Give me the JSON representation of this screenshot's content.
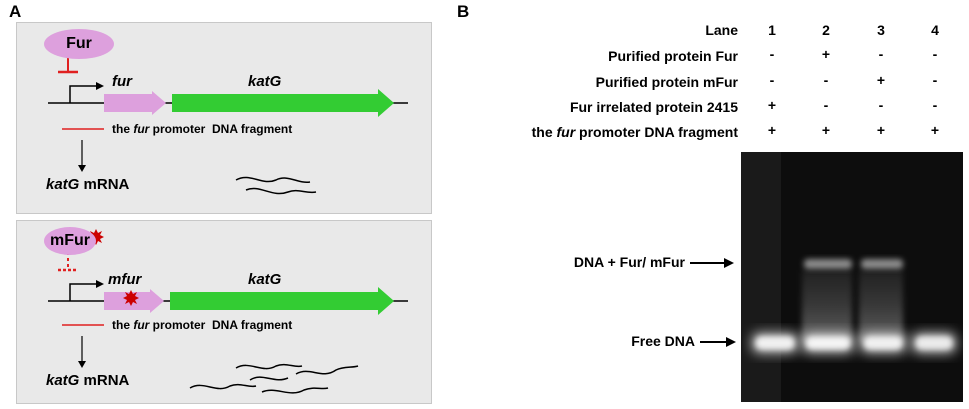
{
  "panelA": {
    "label": "A",
    "top": {
      "protein": "Fur",
      "gene1": "fur",
      "gene2": "katG",
      "fragment_pre": "the ",
      "fragment_em": "fur",
      "fragment_post": " promoter  DNA fragment",
      "mrna_em": "katG",
      "mrna_post": " mRNA"
    },
    "bottom": {
      "protein": "mFur",
      "gene1": "mfur",
      "gene2": "katG",
      "fragment_pre": "the ",
      "fragment_em": "fur",
      "fragment_post": " promoter  DNA fragment",
      "mrna_em": "katG",
      "mrna_post": " mRNA"
    }
  },
  "panelB": {
    "label": "B",
    "header_label": "Lane",
    "lanes": [
      "1",
      "2",
      "3",
      "4"
    ],
    "rows": [
      {
        "label": "Purified protein Fur",
        "values": [
          "-",
          "+",
          "-",
          "-"
        ]
      },
      {
        "label": "Purified protein mFur",
        "values": [
          "-",
          "-",
          "+",
          "-"
        ]
      },
      {
        "label": "Fur irrelated protein 2415",
        "values": [
          "+",
          "-",
          "-",
          "-"
        ]
      }
    ],
    "last_row": {
      "pre": "the ",
      "em": "fur",
      "post": " promoter DNA fragment",
      "values": [
        "+",
        "+",
        "+",
        "+"
      ]
    },
    "band_labels": {
      "complex": "DNA + Fur/ mFur",
      "free": "Free DNA"
    }
  },
  "colors": {
    "box_bg": "#e9e9e9",
    "protein": "#dda0dd",
    "green_arrow": "#33cc33",
    "repression": "#e02020",
    "mutation_star": "#cc0000",
    "gel_bg": "#0d0d0d"
  }
}
